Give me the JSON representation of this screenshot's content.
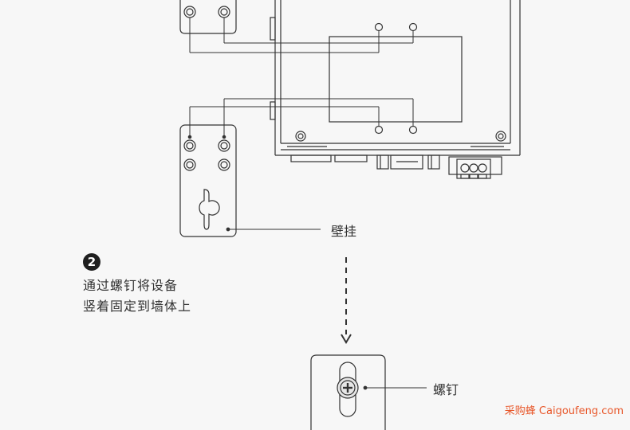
{
  "step": {
    "number": "2",
    "line1": "通过螺钉将设备",
    "line2": "竖着固定到墙体上"
  },
  "callouts": {
    "wall_mount": "壁挂",
    "screw": "螺钉"
  },
  "watermark": "采购蜂 Caigoufeng.com",
  "colors": {
    "line": "#333333",
    "background": "#f7f7f7",
    "watermark": "#e8572a"
  }
}
